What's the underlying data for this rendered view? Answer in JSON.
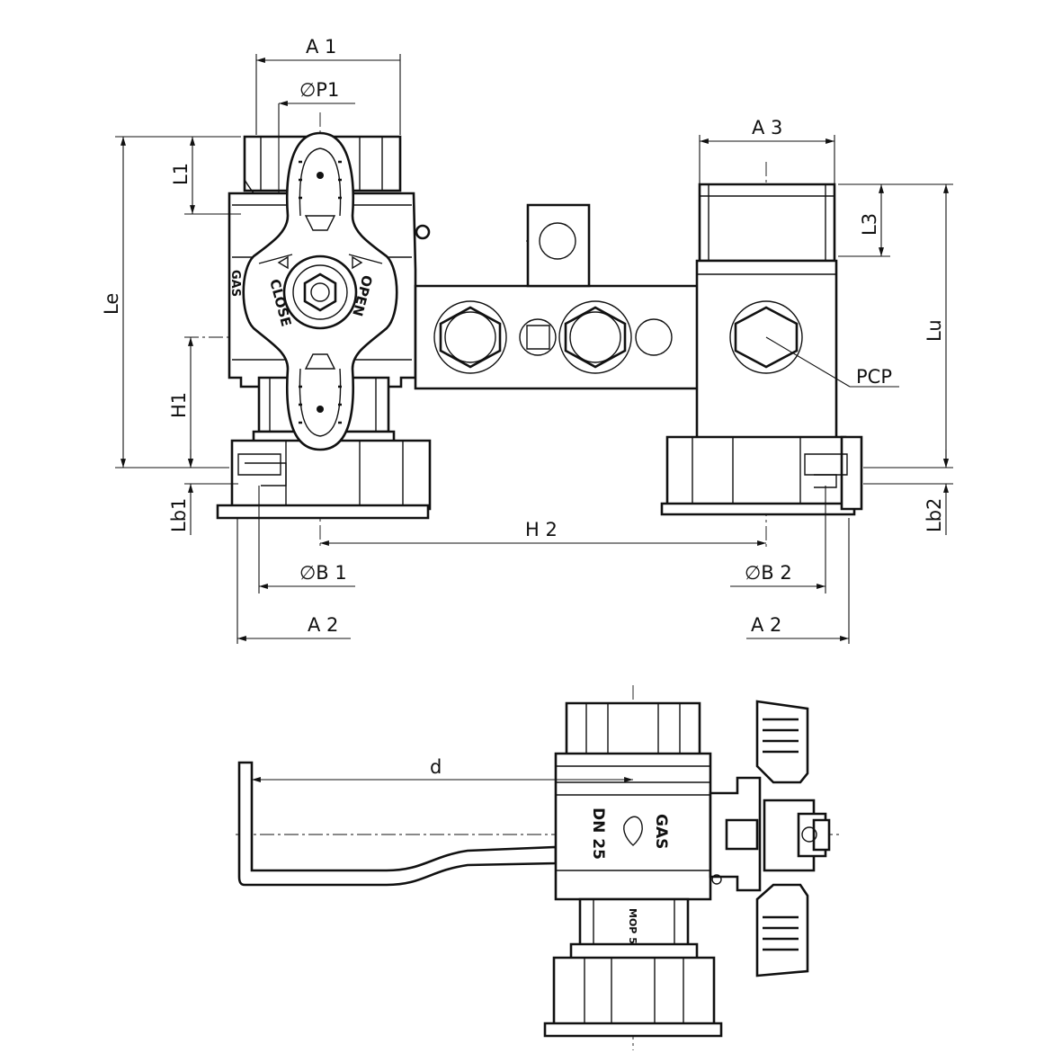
{
  "diagram": {
    "dimension_labels": {
      "a1": "A 1",
      "p1": "∅P1",
      "l1": "L1",
      "le": "Le",
      "h1": "H1",
      "lb1": "Lb1",
      "a3": "A 3",
      "l3": "L3",
      "lu": "Lu",
      "pcp": "PCP",
      "lb2": "Lb2",
      "h2": "H 2",
      "b1": "∅B 1",
      "b2": "∅B 2",
      "a2_left": "A 2",
      "a2_right": "A 2",
      "d": "d"
    },
    "handle_markings": {
      "close": "CLOSE",
      "open": "OPEN",
      "gas_side": "GAS"
    },
    "body_markings": {
      "gas": "GAS",
      "dn": "DN 25",
      "mop": "MOP 5"
    }
  }
}
